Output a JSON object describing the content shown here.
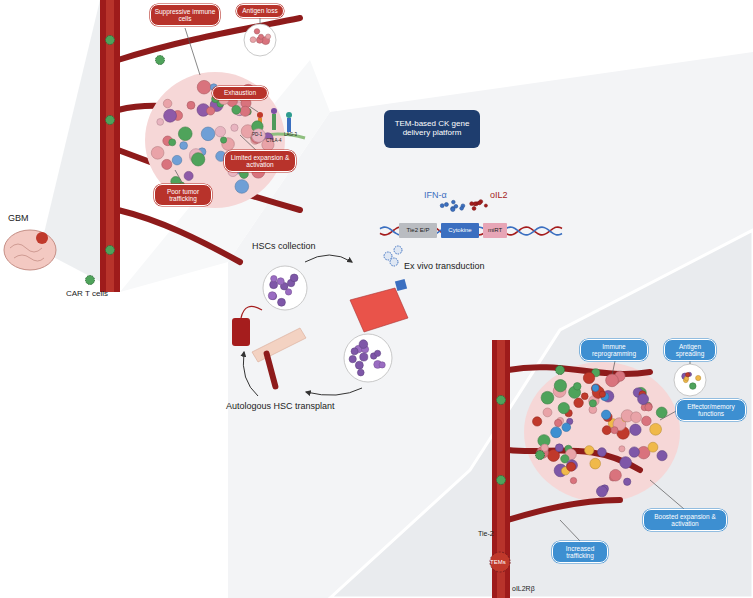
{
  "diagram": {
    "nodes": [
      {
        "text": [
          "Suppressive immune cells"
        ]
      },
      {
        "text": [
          "Antigen loss"
        ]
      },
      {
        "text": [
          "Exhaustion"
        ]
      },
      {
        "text": [
          "Limited expansion & activation"
        ]
      },
      {
        "text": [
          "Poor tumor trafficking"
        ]
      },
      {
        "text": [
          "TEM-based CK gene delivery platform"
        ]
      },
      {
        "text": [
          "Tie2 E/P"
        ]
      },
      {
        "text": [
          "Cytokine"
        ]
      },
      {
        "text": [
          "miRT"
        ]
      },
      {
        "text": [
          "Immune reprogramming"
        ]
      },
      {
        "text": [
          "Antigen spreading"
        ]
      },
      {
        "text": [
          "Effector/memory functions"
        ]
      },
      {
        "text": [
          "Boosted expansion & activation"
        ]
      },
      {
        "text": [
          "Increased trafficking"
        ]
      }
    ],
    "labels": [
      "GBM",
      "CAR T cells",
      "PD-1",
      "CTLA-4",
      "LAG-3",
      "IFN-α",
      "oIL2",
      "Ex vivo transduction",
      "HSCs collection",
      "Autologous HSC transplant",
      "Tie-2",
      "TEMs",
      "oIL2Rβ"
    ]
  }
}
